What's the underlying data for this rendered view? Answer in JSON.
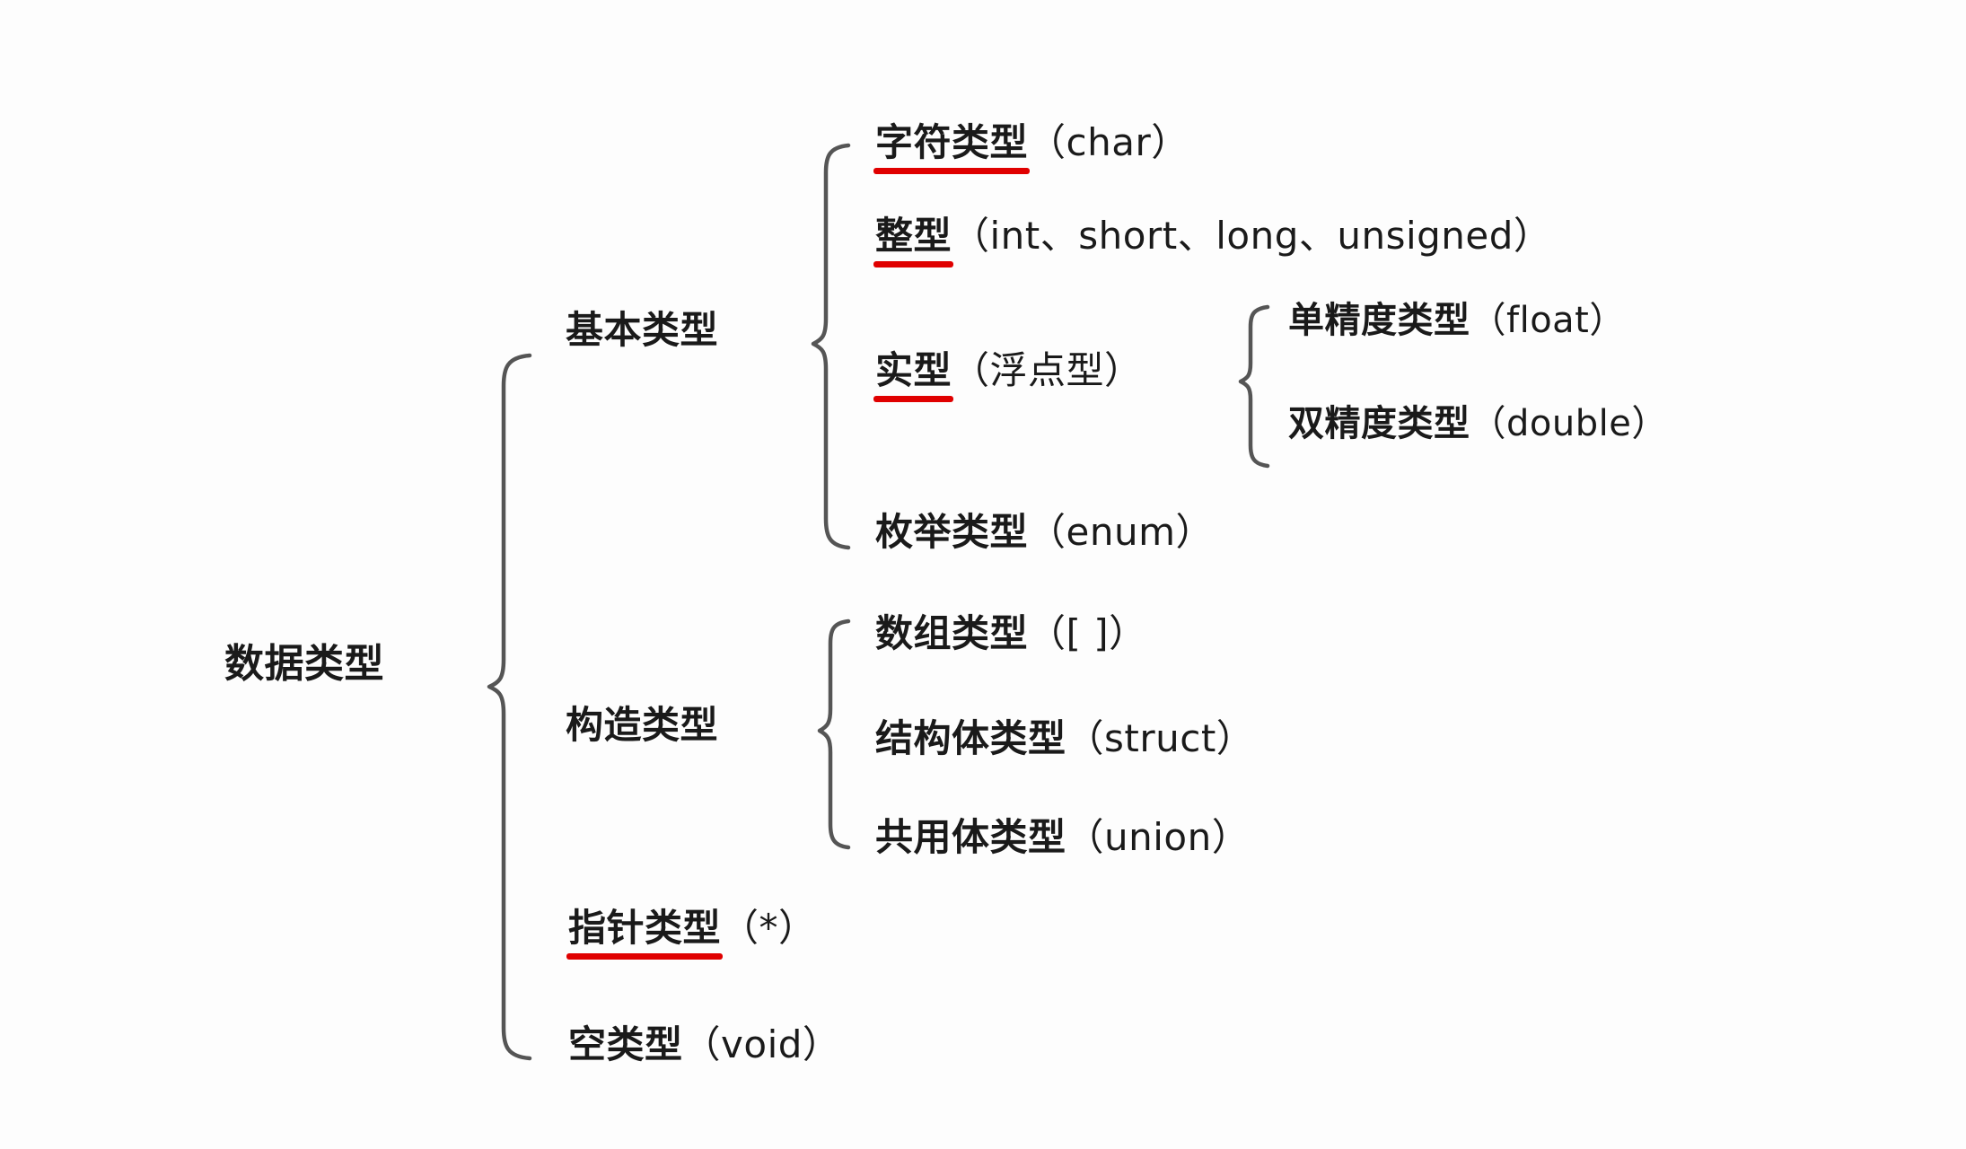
{
  "diagram": {
    "title": "数据类型",
    "type": "tree-hierarchy",
    "accent_color": "#e00000",
    "text_color": "#1a1a1a",
    "brace_color": "#555555",
    "root": {
      "label": "数据类型"
    },
    "level1": [
      {
        "id": "basic",
        "label": "基本类型",
        "underlined": false
      },
      {
        "id": "construct",
        "label": "构造类型",
        "underlined": false
      },
      {
        "id": "pointer",
        "label": "指针类型",
        "suffix": "（*）",
        "underlined": true
      },
      {
        "id": "void",
        "label": "空类型",
        "suffix": "（void）",
        "underlined": false
      }
    ],
    "basic_children": [
      {
        "id": "char",
        "label": "字符类型",
        "suffix": "（char）",
        "underlined": true
      },
      {
        "id": "int",
        "label": "整型",
        "suffix": "（int、short、long、unsigned）",
        "underlined": true
      },
      {
        "id": "real",
        "label": "实型",
        "suffix": "（浮点型）",
        "underlined": true
      },
      {
        "id": "enum",
        "label": "枚举类型",
        "suffix": "（enum）",
        "underlined": false
      }
    ],
    "real_children": [
      {
        "id": "float",
        "label": "单精度类型",
        "suffix": "（float）",
        "underlined": false
      },
      {
        "id": "double",
        "label": "双精度类型",
        "suffix": "（double）",
        "underlined": false
      }
    ],
    "construct_children": [
      {
        "id": "array",
        "label": "数组类型",
        "suffix": "（[ ]）",
        "underlined": false
      },
      {
        "id": "struct",
        "label": "结构体类型",
        "suffix": "（struct）",
        "underlined": false
      },
      {
        "id": "union",
        "label": "共用体类型",
        "suffix": "（union）",
        "underlined": false
      }
    ]
  }
}
